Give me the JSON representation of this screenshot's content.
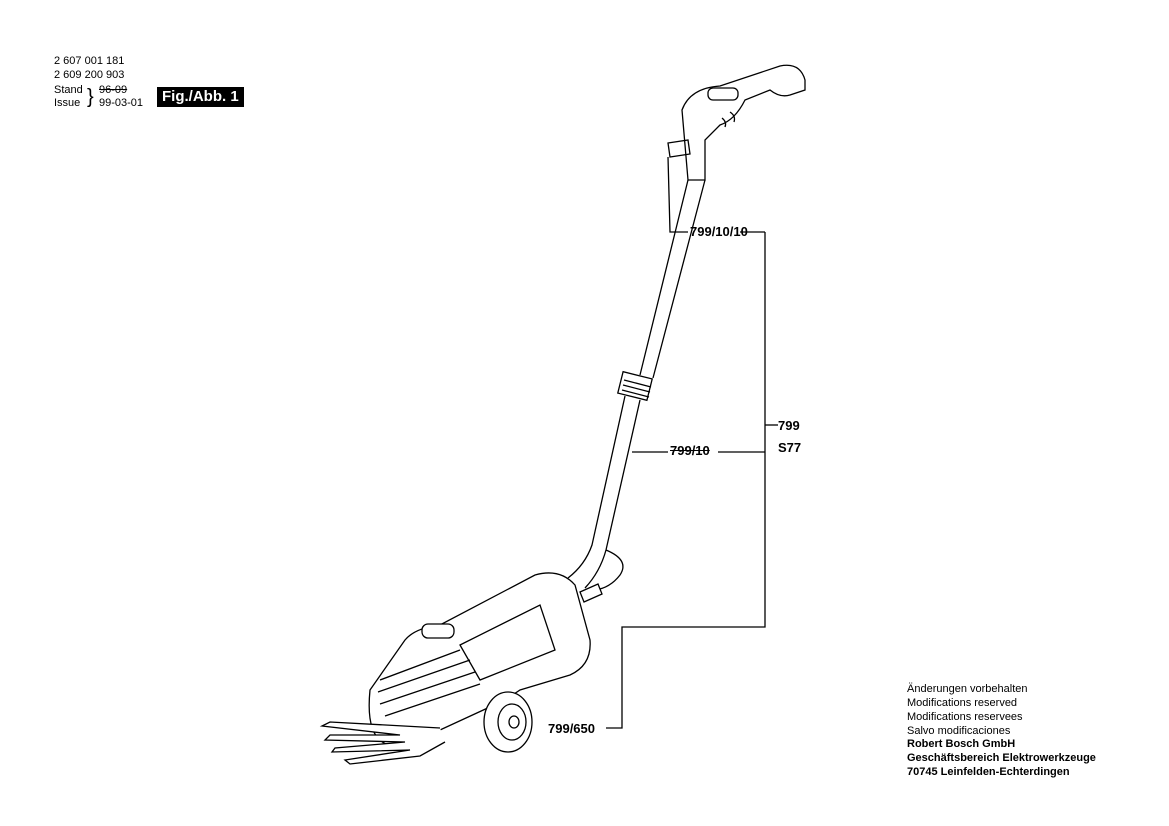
{
  "header": {
    "part_numbers": [
      "2 607 001 181",
      "2 609 200 903"
    ],
    "stand_label": "Stand",
    "issue_label": "Issue",
    "stand_value": "96-09",
    "issue_value": "99-03-01",
    "figure_label": "Fig./Abb. 1"
  },
  "callouts": {
    "handle": "799/10/10",
    "pole": "799/10",
    "group_code": "799",
    "group_sub": "S77",
    "wheel": "799/650"
  },
  "footer": {
    "lines": [
      "Änderungen vorbehalten",
      "Modifications reserved",
      "Modifications reservees",
      "Salvo modificaciones"
    ],
    "bold_lines": [
      "Robert Bosch GmbH",
      "Geschäftsbereich Elektrowerkzeuge",
      "70745 Leinfelden-Echterdingen"
    ]
  }
}
